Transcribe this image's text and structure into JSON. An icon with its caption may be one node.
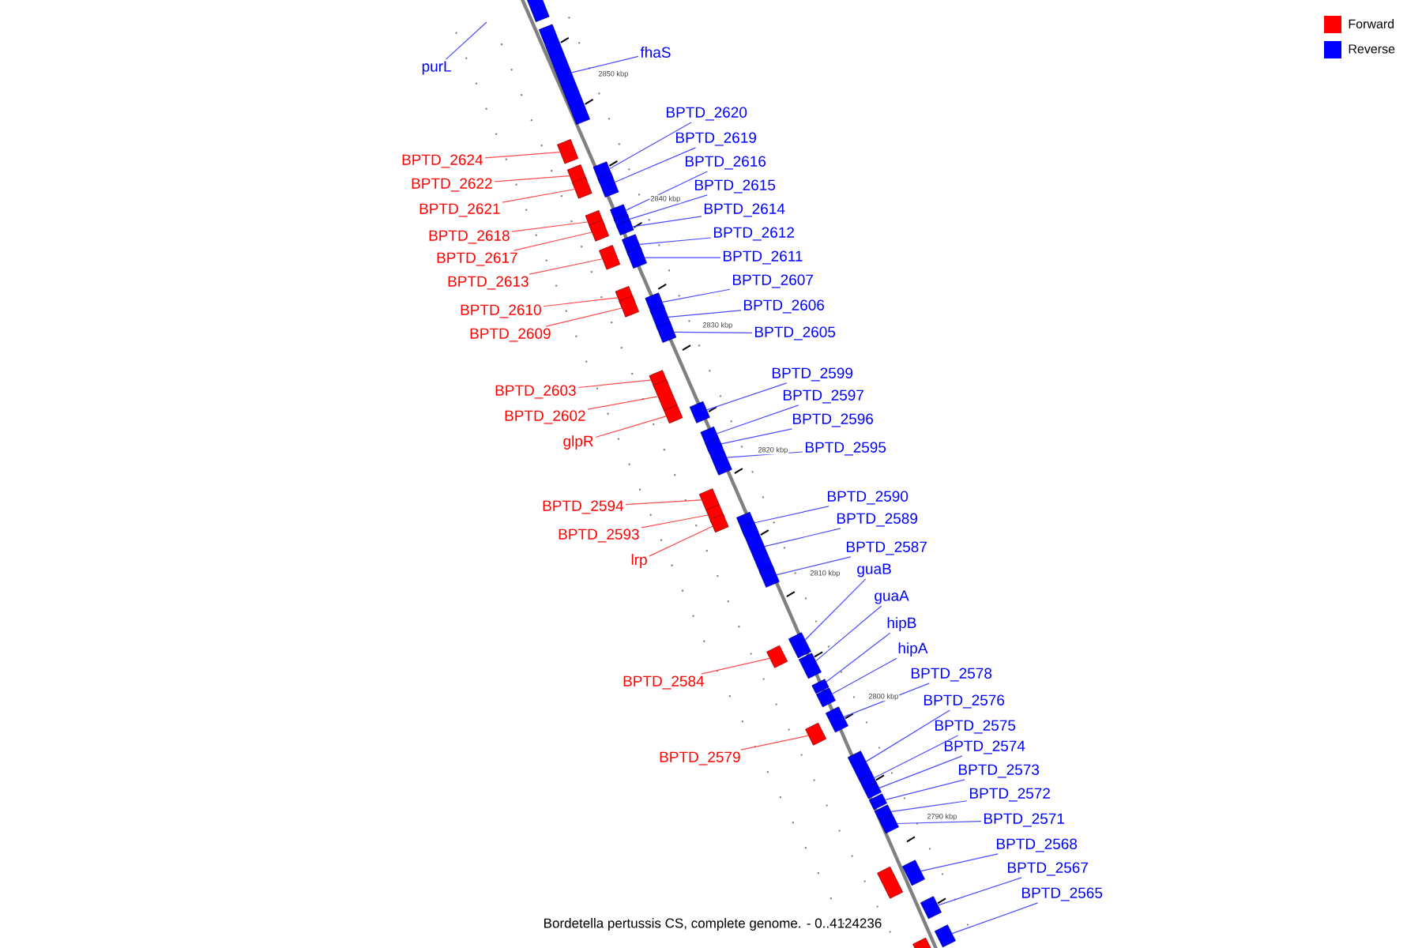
{
  "diagram": {
    "caption": "Bordetella pertussis CS, complete genome. - 0..4124236",
    "nodes": [
      {
        "text": [
          "purL"
        ]
      },
      {
        "text": [
          "BPTD_2624"
        ]
      },
      {
        "text": [],
        "shape": "box"
      },
      {
        "text": [
          "BPTD_2622"
        ]
      },
      {
        "text": [],
        "shape": "box"
      },
      {
        "text": [
          "BPTD_2621"
        ]
      },
      {
        "text": [],
        "shape": "box"
      },
      {
        "text": [
          "BPTD_2618"
        ]
      },
      {
        "text": [],
        "shape": "box"
      },
      {
        "text": [
          "BPTD_2617"
        ]
      },
      {
        "text": [],
        "shape": "box"
      },
      {
        "text": [
          "BPTD_2613"
        ]
      },
      {
        "text": [],
        "shape": "box"
      },
      {
        "text": [
          "BPTD_2610"
        ]
      },
      {
        "text": [],
        "shape": "box"
      },
      {
        "text": [
          "BPTD_2609"
        ]
      },
      {
        "text": [],
        "shape": "box"
      },
      {
        "text": [
          "BPTD_2603"
        ]
      },
      {
        "text": [],
        "shape": "box"
      },
      {
        "text": [
          "BPTD_2602"
        ]
      },
      {
        "text": [],
        "shape": "box"
      },
      {
        "text": [
          "glpR"
        ]
      },
      {
        "text": [],
        "shape": "box"
      },
      {
        "text": [
          "BPTD_2594"
        ]
      },
      {
        "text": [],
        "shape": "box"
      },
      {
        "text": [
          "BPTD_2593"
        ]
      },
      {
        "text": [],
        "shape": "box"
      },
      {
        "text": [
          "lrp"
        ]
      },
      {
        "text": [],
        "shape": "box"
      },
      {
        "text": [
          "BPTD_2584"
        ]
      },
      {
        "text": [],
        "shape": "box"
      },
      {
        "text": [
          "BPTD_2579"
        ]
      },
      {
        "text": [],
        "shape": "box"
      },
      {
        "text": [
          "fhaS"
        ]
      },
      {
        "text": [],
        "shape": "box"
      },
      {
        "text": [
          "BPTD_2620"
        ]
      },
      {
        "text": [],
        "shape": "box"
      },
      {
        "text": [
          "BPTD_2619"
        ]
      },
      {
        "text": [],
        "shape": "box"
      },
      {
        "text": [
          "BPTD_2616"
        ]
      },
      {
        "text": [],
        "shape": "box"
      },
      {
        "text": [
          "BPTD_2615"
        ]
      },
      {
        "text": [],
        "shape": "box"
      },
      {
        "text": [
          "BPTD_2614"
        ]
      },
      {
        "text": [],
        "shape": "box"
      },
      {
        "text": [
          "BPTD_2612"
        ]
      },
      {
        "text": [],
        "shape": "box"
      },
      {
        "text": [
          "BPTD_2611"
        ]
      },
      {
        "text": [],
        "shape": "box"
      },
      {
        "text": [
          "BPTD_2607"
        ]
      },
      {
        "text": [],
        "shape": "box"
      },
      {
        "text": [
          "BPTD_2606"
        ]
      },
      {
        "text": [],
        "shape": "box"
      },
      {
        "text": [
          "BPTD_2605"
        ]
      },
      {
        "text": [],
        "shape": "box"
      },
      {
        "text": [
          "BPTD_2599"
        ]
      },
      {
        "text": [],
        "shape": "box"
      },
      {
        "text": [
          "BPTD_2597"
        ]
      },
      {
        "text": [],
        "shape": "box"
      },
      {
        "text": [
          "BPTD_2596"
        ]
      },
      {
        "text": [],
        "shape": "box"
      },
      {
        "text": [
          "BPTD_2595"
        ]
      },
      {
        "text": [],
        "shape": "box"
      },
      {
        "text": [
          "BPTD_2590"
        ]
      },
      {
        "text": [],
        "shape": "box"
      },
      {
        "text": [
          "BPTD_2589"
        ]
      },
      {
        "text": [],
        "shape": "box"
      },
      {
        "text": [
          "BPTD_2587"
        ]
      },
      {
        "text": [],
        "shape": "box"
      },
      {
        "text": [
          "guaB"
        ]
      },
      {
        "text": [],
        "shape": "box"
      },
      {
        "text": [
          "guaA"
        ]
      },
      {
        "text": [],
        "shape": "box"
      },
      {
        "text": [
          "hipB"
        ]
      },
      {
        "text": [],
        "shape": "box"
      },
      {
        "text": [
          "hipA"
        ]
      },
      {
        "text": [],
        "shape": "box"
      },
      {
        "text": [
          "BPTD_2578"
        ]
      },
      {
        "text": [],
        "shape": "box"
      },
      {
        "text": [
          "BPTD_2576"
        ]
      },
      {
        "text": [],
        "shape": "box"
      },
      {
        "text": [
          "BPTD_2575"
        ]
      },
      {
        "text": [],
        "shape": "box"
      },
      {
        "text": [
          "BPTD_2574"
        ]
      },
      {
        "text": [],
        "shape": "box"
      },
      {
        "text": [
          "BPTD_2573"
        ]
      },
      {
        "text": [],
        "shape": "box"
      },
      {
        "text": [
          "BPTD_2572"
        ]
      },
      {
        "text": [],
        "shape": "box"
      },
      {
        "text": [
          "BPTD_2571"
        ]
      },
      {
        "text": [],
        "shape": "box"
      },
      {
        "text": [
          "BPTD_2568"
        ]
      },
      {
        "text": [],
        "shape": "box"
      },
      {
        "text": [
          "BPTD_2567"
        ]
      },
      {
        "text": [],
        "shape": "box"
      },
      {
        "text": [
          "BPTD_2565"
        ]
      },
      {
        "text": [],
        "shape": "box"
      },
      {
        "text": [],
        "shape": "box"
      },
      {
        "text": [],
        "shape": "box"
      },
      {
        "text": [],
        "shape": "box"
      }
    ],
    "edges": [
      {
        "from": 0,
        "to": null,
        "arrow": "none"
      },
      {
        "from": 1,
        "to": 2,
        "arrow": "none",
        "color": "#ff4c4c"
      },
      {
        "from": 3,
        "to": 4,
        "arrow": "none",
        "color": "#ff4c4c"
      },
      {
        "from": 5,
        "to": 6,
        "arrow": "none",
        "color": "#ff4c4c"
      },
      {
        "from": 7,
        "to": 8,
        "arrow": "none",
        "color": "#ff4c4c"
      },
      {
        "from": 9,
        "to": 10,
        "arrow": "none",
        "color": "#ff4c4c"
      },
      {
        "from": 11,
        "to": 12,
        "arrow": "none",
        "color": "#ff4c4c"
      },
      {
        "from": 13,
        "to": 14,
        "arrow": "none",
        "color": "#ff4c4c"
      },
      {
        "from": 15,
        "to": 16,
        "arrow": "none",
        "color": "#ff4c4c"
      },
      {
        "from": 17,
        "to": 18,
        "arrow": "none",
        "color": "#ff4c4c"
      },
      {
        "from": 19,
        "to": 20,
        "arrow": "none",
        "color": "#ff4c4c"
      },
      {
        "from": 21,
        "to": 22,
        "arrow": "none",
        "color": "#ff4c4c"
      },
      {
        "from": 23,
        "to": 24,
        "arrow": "none",
        "color": "#ff4c4c"
      },
      {
        "from": 25,
        "to": 26,
        "arrow": "none",
        "color": "#ff4c4c"
      },
      {
        "from": 27,
        "to": 28,
        "arrow": "none",
        "color": "#ff4c4c"
      },
      {
        "from": 29,
        "to": 30,
        "arrow": "none",
        "color": "#ff4c4c"
      },
      {
        "from": 31,
        "to": 32,
        "arrow": "none",
        "color": "#ff4c4c"
      },
      {
        "from": 33,
        "to": 34,
        "arrow": "none"
      },
      {
        "from": 35,
        "to": 36,
        "arrow": "none"
      },
      {
        "from": 37,
        "to": 38,
        "arrow": "none"
      },
      {
        "from": 39,
        "to": 40,
        "arrow": "none"
      },
      {
        "from": 41,
        "to": 42,
        "arrow": "none"
      },
      {
        "from": 43,
        "to": 44,
        "arrow": "none"
      },
      {
        "from": 45,
        "to": 46,
        "arrow": "none"
      },
      {
        "from": 47,
        "to": 48,
        "arrow": "none"
      },
      {
        "from": 49,
        "to": 50,
        "arrow": "none"
      },
      {
        "from": 51,
        "to": 52,
        "arrow": "none"
      },
      {
        "from": 53,
        "to": 54,
        "arrow": "none"
      },
      {
        "from": 55,
        "to": 56,
        "arrow": "none"
      },
      {
        "from": 57,
        "to": 58,
        "arrow": "none"
      },
      {
        "from": 59,
        "to": 60,
        "arrow": "none"
      },
      {
        "from": 61,
        "to": 62,
        "arrow": "none"
      },
      {
        "from": 63,
        "to": 64,
        "arrow": "none"
      },
      {
        "from": 65,
        "to": 66,
        "arrow": "none"
      },
      {
        "from": 67,
        "to": 68,
        "arrow": "none"
      },
      {
        "from": 69,
        "to": 70,
        "arrow": "none"
      },
      {
        "from": 71,
        "to": 72,
        "arrow": "none"
      },
      {
        "from": 73,
        "to": 74,
        "arrow": "none"
      },
      {
        "from": 75,
        "to": 76,
        "arrow": "none"
      },
      {
        "from": 77,
        "to": 78,
        "arrow": "none"
      },
      {
        "from": 79,
        "to": 80,
        "arrow": "none"
      },
      {
        "from": 81,
        "to": 82,
        "arrow": "none"
      },
      {
        "from": 83,
        "to": 84,
        "arrow": "none"
      },
      {
        "from": 85,
        "to": 86,
        "arrow": "none"
      },
      {
        "from": 87,
        "to": 88,
        "arrow": "none"
      },
      {
        "from": 89,
        "to": 90,
        "arrow": "none"
      },
      {
        "from": 91,
        "to": 92,
        "arrow": "none"
      },
      {
        "from": 93,
        "to": 94,
        "arrow": "none"
      },
      {
        "from": 95,
        "to": 96,
        "arrow": "none"
      }
    ],
    "labels": [
      "2850 kbp",
      "2840 kbp",
      "2830 kbp",
      "2820 kbp",
      "2810 kbp",
      "2800 kbp",
      "2790 kbp"
    ],
    "legend": [
      {
        "text": "Forward",
        "color": "#ff0000"
      },
      {
        "text": "Reverse",
        "color": "#0000ff"
      }
    ]
  }
}
